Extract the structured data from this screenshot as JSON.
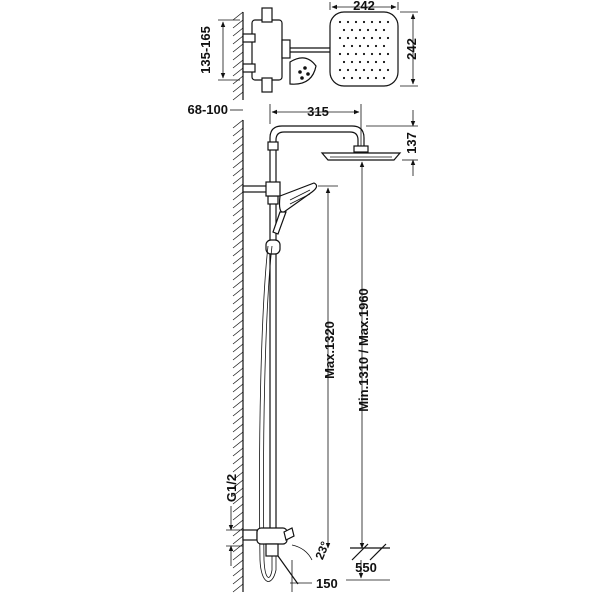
{
  "dimensions": {
    "head_width_top": "242",
    "head_height": "242",
    "valve_depth": "135-165",
    "wall_offset": "68-100",
    "arm_reach": "315",
    "head_drop": "137",
    "hand_max": "Max.1320",
    "overall": "Min.1310 / Max.1960",
    "inlet_thread": "G1/2",
    "spout_angle": "23°",
    "valve_projection": "150",
    "floor_height": "550"
  }
}
